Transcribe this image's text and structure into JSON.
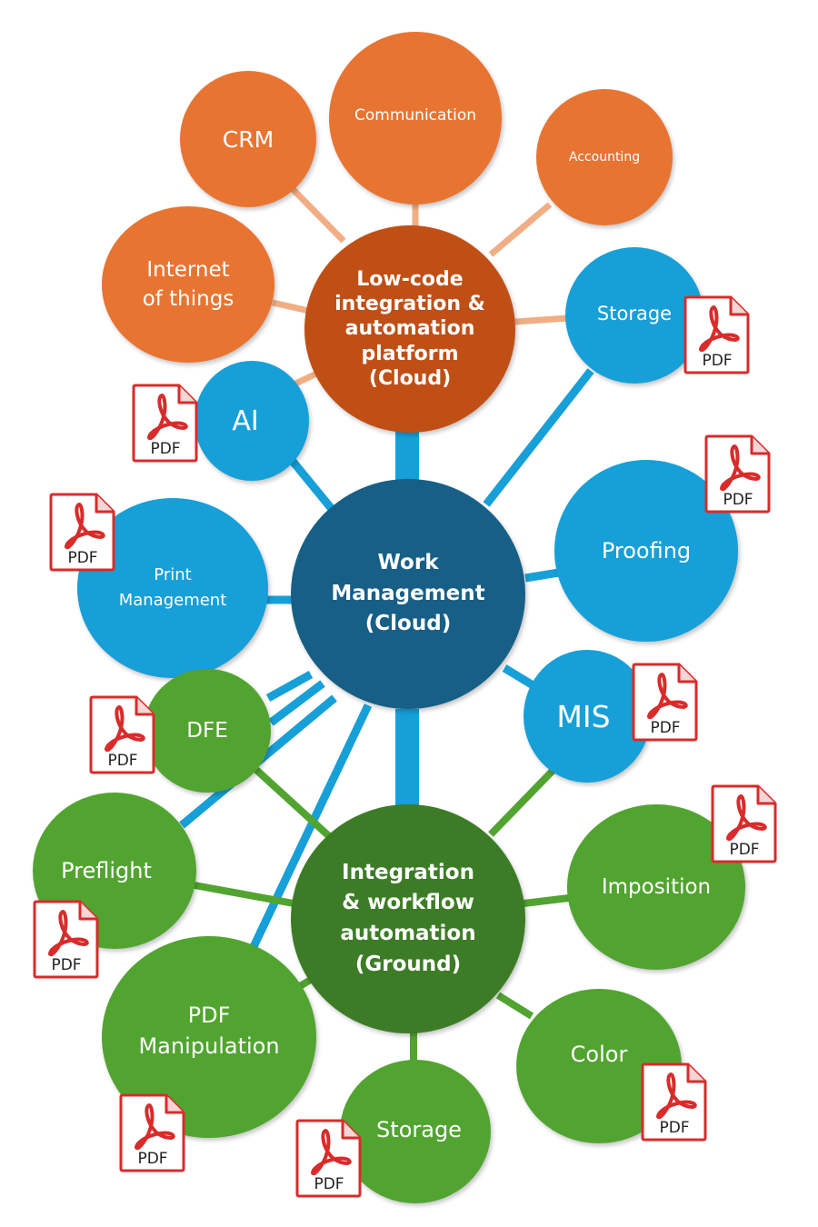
{
  "colors": {
    "orange": "#e87432",
    "rust": "#c04f16",
    "blue": "#179fd8",
    "navy": "#175f86",
    "green": "#52a431",
    "dark_green": "#3c7c26",
    "light_orange_line": "#f1ae84",
    "pdf_red": "#d92b2b"
  },
  "hubs": {
    "cloud_platform": "Low-code integration & automation platform (Cloud)",
    "work_management": "Work Management (Cloud)",
    "ground": "Integration & workflow automation (Ground)"
  },
  "nodes": {
    "crm": "CRM",
    "communication": "Communication",
    "accounting": "Accounting",
    "internet_of_things": "Internet of things",
    "storage_cloud": "Storage",
    "ai": "AI",
    "proofing": "Proofing",
    "print_management": "Print Management",
    "mis": "MIS",
    "dfe": "DFE",
    "preflight": "Preflight",
    "imposition": "Imposition",
    "pdf_manipulation": "PDF Manipulation",
    "color": "Color",
    "storage_ground": "Storage"
  },
  "pdf_badge_label": "PDF",
  "pdf_icon": "acrobat-pdf-icon"
}
